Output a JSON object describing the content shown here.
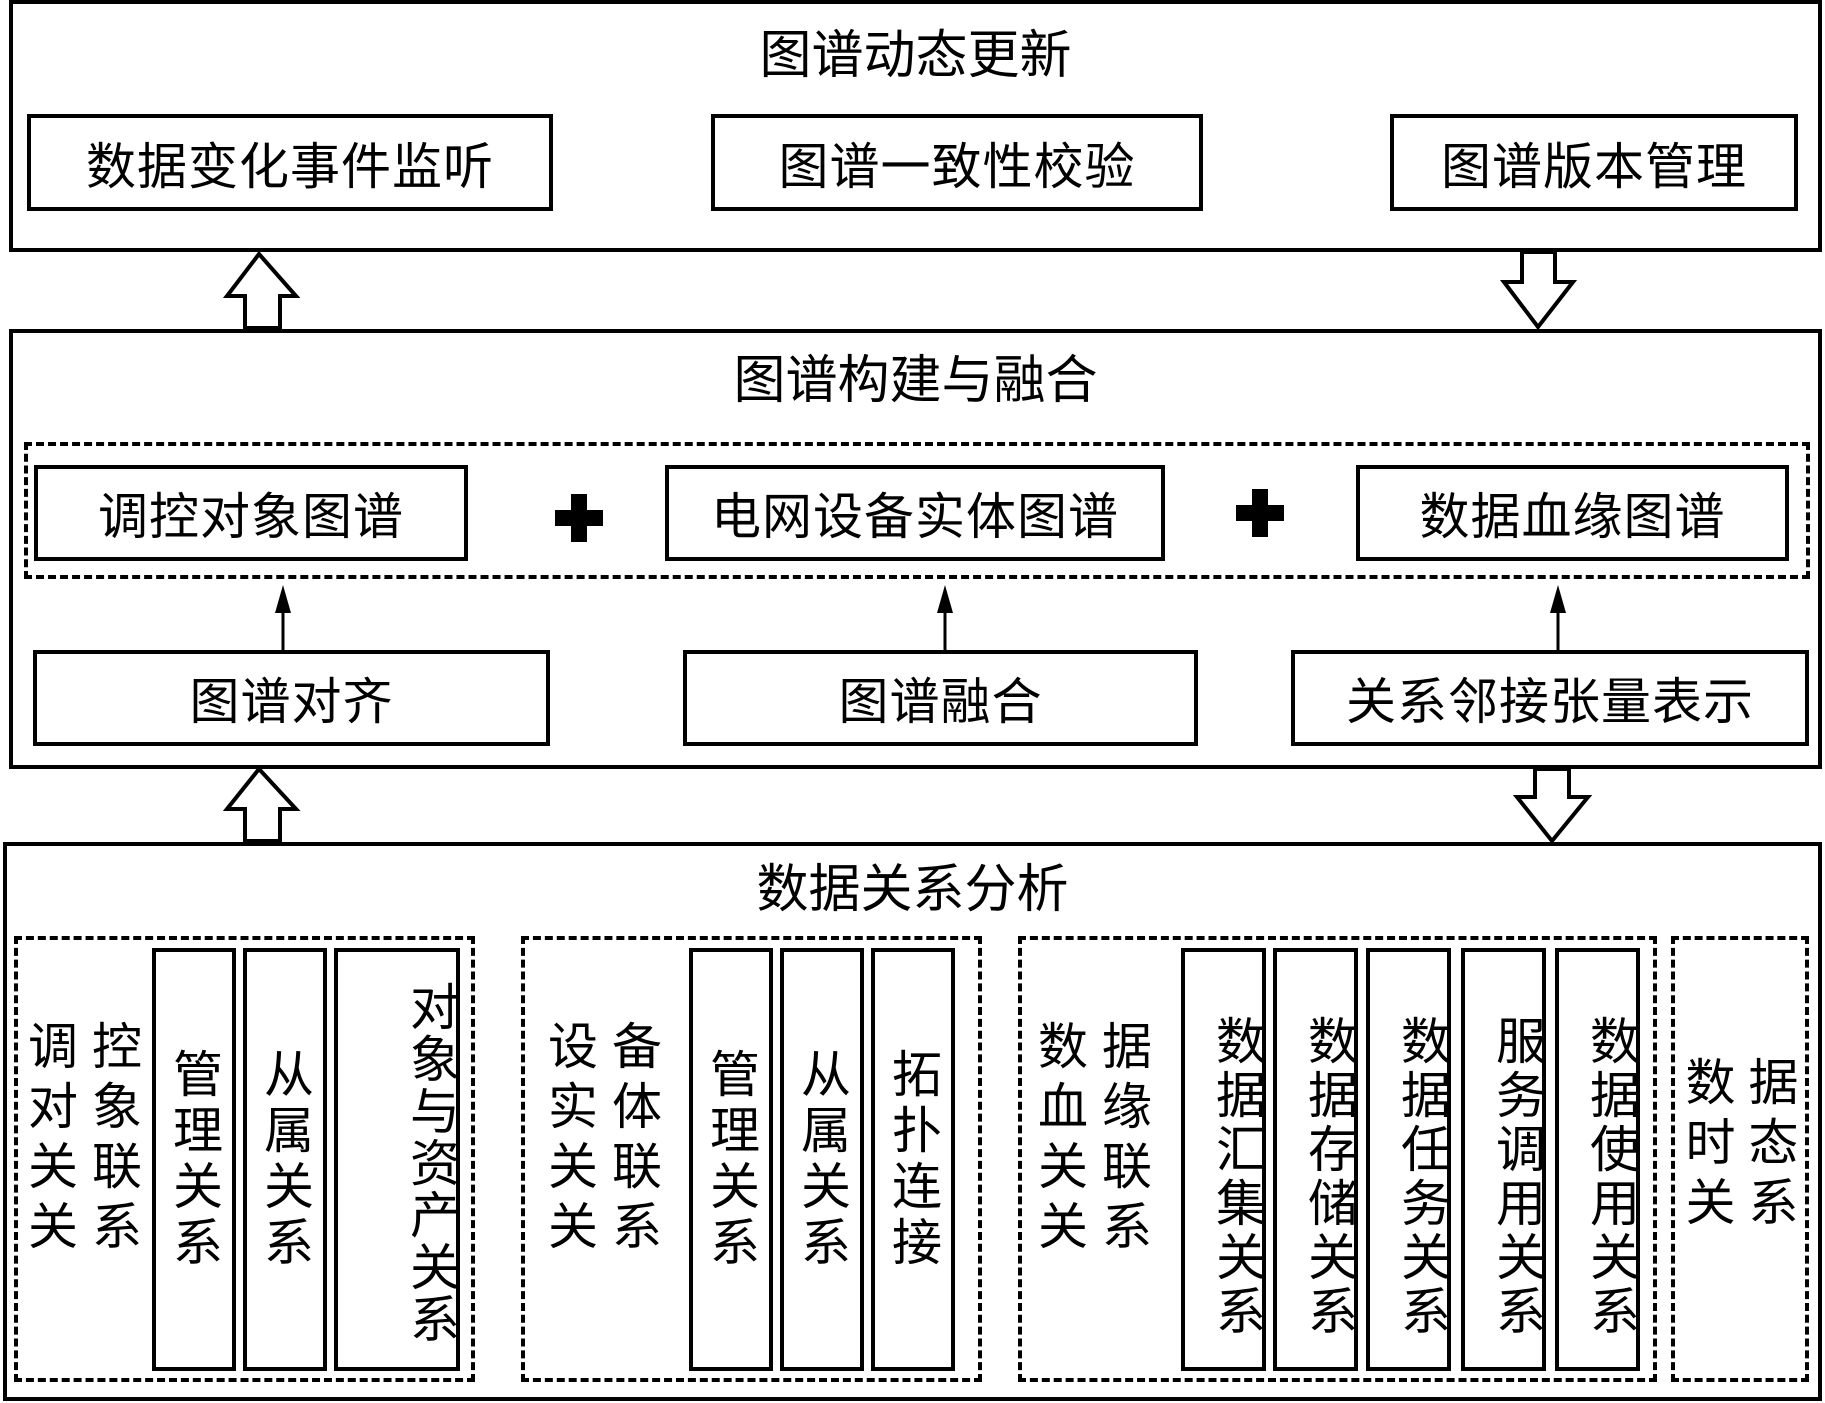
{
  "top_section": {
    "title": "图谱动态更新",
    "modules": [
      "数据变化事件监听",
      "图谱一致性校验",
      "图谱版本管理"
    ]
  },
  "middle_section": {
    "title": "图谱构建与融合",
    "graphs": [
      "调控对象图谱",
      "电网设备实体图谱",
      "数据血缘图谱"
    ],
    "operator": "+",
    "methods": [
      "图谱对齐",
      "图谱融合",
      "关系邻接张量表示"
    ]
  },
  "bottom_section": {
    "title": "数据关系分析",
    "groups": [
      {
        "label_chars": [
          "调",
          "控",
          "对",
          "象",
          "关",
          "联",
          "关",
          "系"
        ],
        "items": [
          "管理关系",
          "从属关系",
          "对象与资产关系"
        ]
      },
      {
        "label_chars": [
          "设",
          "备",
          "实",
          "体",
          "关",
          "联",
          "关",
          "系"
        ],
        "items": [
          "管理关系",
          "从属关系",
          "拓扑连接"
        ]
      },
      {
        "label_chars": [
          "数",
          "据",
          "血",
          "缘",
          "关",
          "联",
          "关",
          "系"
        ],
        "items": [
          "数据汇集关系",
          "数据存储关系",
          "数据任务关系",
          "服务调用关系",
          "数据使用关系"
        ]
      },
      {
        "label_chars": [
          "数",
          "据",
          "时",
          "态",
          "关",
          "系"
        ],
        "items": []
      }
    ]
  },
  "flows": [
    {
      "from": "图谱构建与融合",
      "to": "图谱动态更新",
      "direction": "up"
    },
    {
      "from": "图谱动态更新",
      "to": "图谱构建与融合",
      "direction": "down"
    },
    {
      "from": "数据关系分析",
      "to": "图谱构建与融合",
      "direction": "up"
    },
    {
      "from": "图谱构建与融合",
      "to": "数据关系分析",
      "direction": "down"
    }
  ],
  "colors": {
    "line": "#000000",
    "background": "#ffffff"
  }
}
